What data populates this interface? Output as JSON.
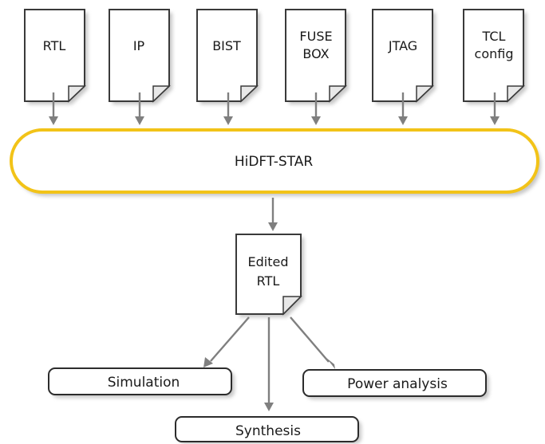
{
  "inputs": {
    "rtl": [
      "RTL"
    ],
    "ip": [
      "IP"
    ],
    "bist": [
      "BIST"
    ],
    "fusebox": [
      "FUSE",
      "BOX"
    ],
    "jtag": [
      "JTAG"
    ],
    "tcl": [
      "TCL",
      "config"
    ]
  },
  "center": {
    "label": "HiDFT-STAR"
  },
  "output_doc": [
    "Edited",
    "RTL"
  ],
  "tools": {
    "simulation": "Simulation",
    "synthesis": "Synthesis",
    "power": "Power analysis"
  },
  "colors": {
    "star_border": "#f2c318",
    "arrow": "#7f7f7f",
    "doc_fold": "#e8e8e8"
  }
}
